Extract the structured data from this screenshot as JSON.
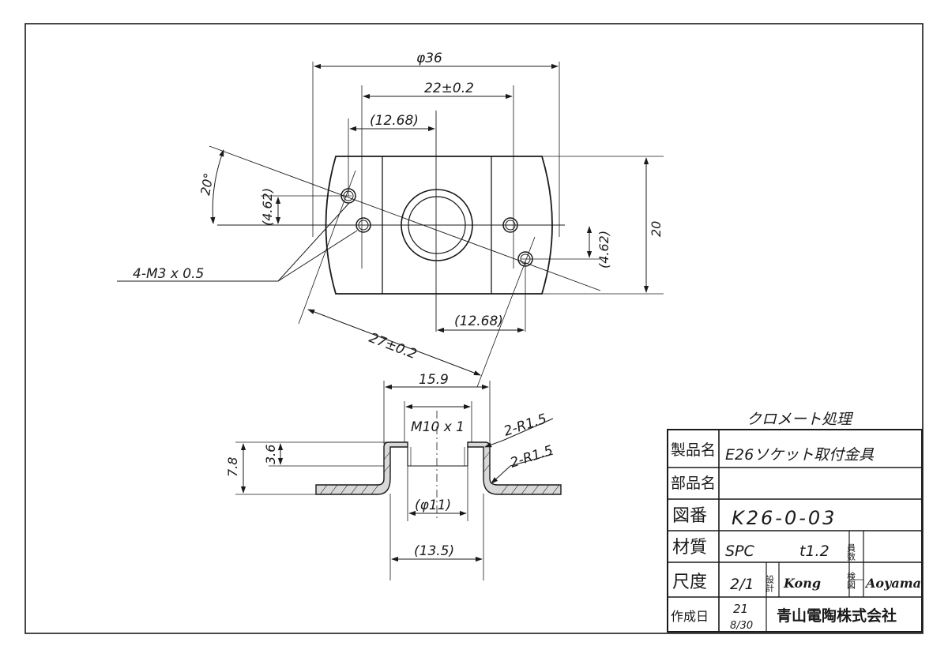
{
  "dimensions": {
    "outer_diameter": "φ36",
    "hole_spacing": "22±0.2",
    "offset_top": "(12.68)",
    "offset_bottom": "(12.68)",
    "angle": "20°",
    "height_left": "(4.62)",
    "height_right": "(4.62)",
    "total_height": "20",
    "tapped_holes": "4-M3 x 0.5",
    "diagonal": "27±0.2",
    "flange_width": "15.9",
    "thread": "M10 x 1",
    "radius_1": "2-R1.5",
    "radius_2": "2-R1.5",
    "side_height": "7.8",
    "boss_height": "3.6",
    "bore_diameter": "(φ11)",
    "boss_width": "(13.5)"
  },
  "title_block": {
    "treatment_note": "クロメート処理",
    "product_name_label": "製品名",
    "product_name": "E26ソケット取付金具",
    "part_name_label": "部品名",
    "part_name": "",
    "drawing_no_label": "図番",
    "drawing_no": "K26-0-03",
    "material_label": "材質",
    "material": "SPC",
    "thickness": "t1.2",
    "quantity_label": "員数",
    "scale_label": "尺度",
    "scale": "2/1",
    "design_label": "設計",
    "designer": "Kong",
    "check_label": "検図",
    "checker": "Aoyama",
    "created_label": "作成日",
    "created_year": "21",
    "created_date": "8/30",
    "company": "青山電陶株式会社"
  }
}
